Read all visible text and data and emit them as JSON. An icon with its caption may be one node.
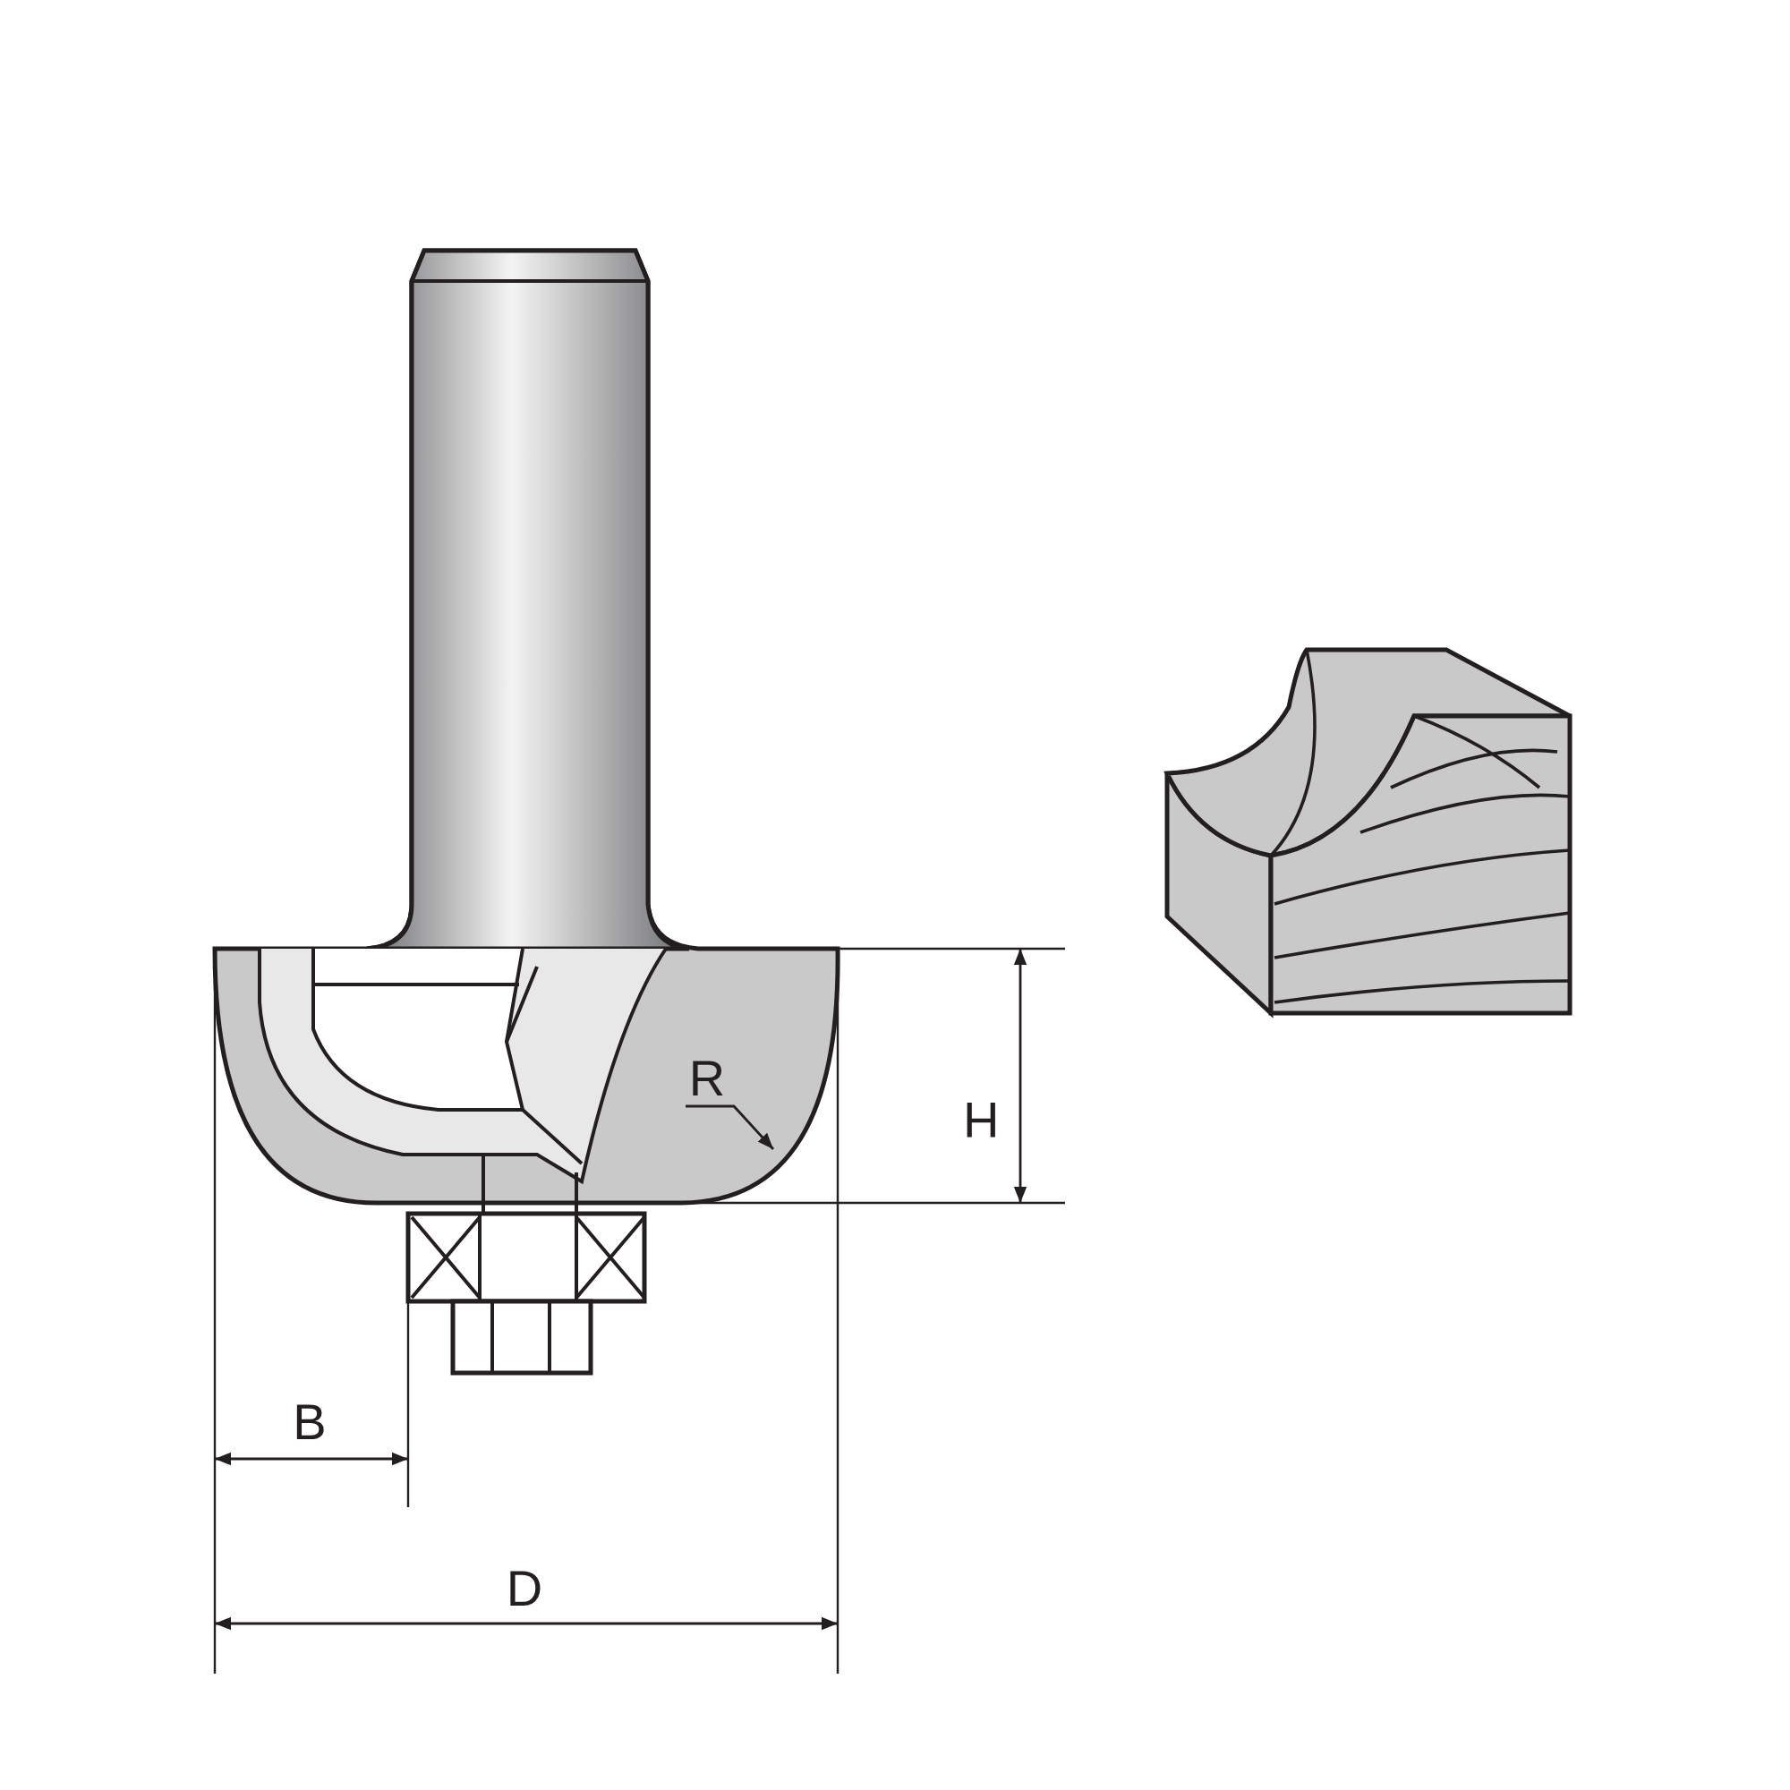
{
  "diagram": {
    "labels": [
      "R",
      "H",
      "B",
      "D"
    ]
  }
}
